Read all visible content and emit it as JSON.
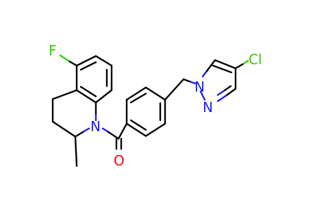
{
  "atoms": {
    "fluorine": "F",
    "quinoline_n": "N",
    "oxygen": "O",
    "pyrazole_n1": "N",
    "pyrazole_n2": "N",
    "chlorine": "Cl"
  },
  "colors": {
    "carbon_bond": "#000000",
    "nitrogen": "#1a1aff",
    "oxygen": "#ff0000",
    "fluorine": "#33cc00",
    "chlorine": "#33cc00",
    "background": "#ffffff"
  }
}
